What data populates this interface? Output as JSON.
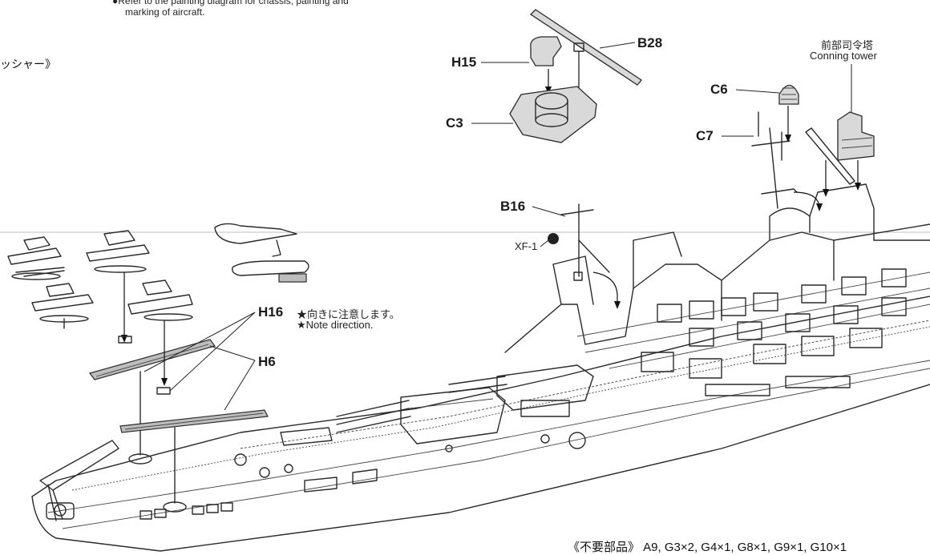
{
  "top_note": {
    "line1": "●Refer to the painting diagram for chassis, painting and",
    "line2": "marking of aircraft."
  },
  "left_fragment": "ッシャー》",
  "labels": {
    "b28": "B28",
    "h15": "H15",
    "c3": "C3",
    "c6": "C6",
    "c7": "C7",
    "b16": "B16",
    "xf1": "XF-1",
    "h16": "H16",
    "h6": "H6"
  },
  "conning_tower": {
    "jp": "前部司令塔",
    "en": "Conning tower"
  },
  "note_direction": {
    "jp": "★向きに注意します。",
    "en": "★Note direction."
  },
  "unused_parts": "《不要部品》 A9, G3×2, G4×1, G8×1, G9×1, G10×1"
}
